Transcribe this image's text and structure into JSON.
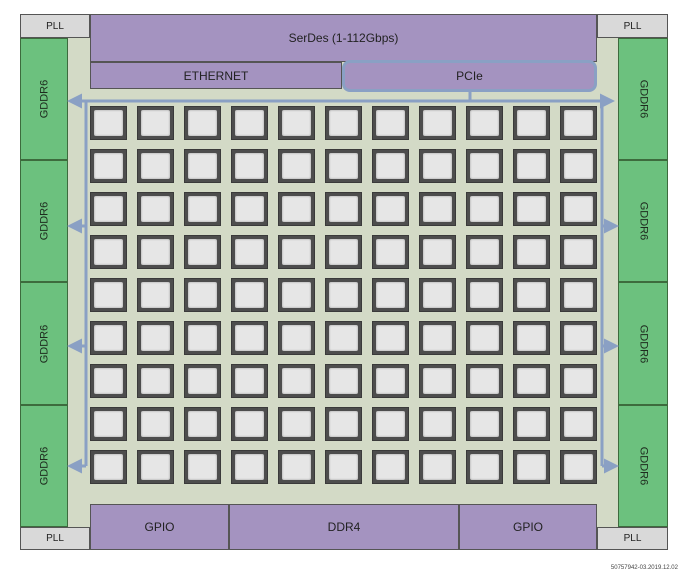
{
  "pll": {
    "top_left": "PLL",
    "top_right": "PLL",
    "bottom_left": "PLL",
    "bottom_right": "PLL"
  },
  "top": {
    "serdes": "SerDes (1-112Gbps)",
    "ethernet": "ETHERNET",
    "pcie": "PCIe"
  },
  "left_memory": [
    "GDDR6",
    "GDDR6",
    "GDDR6",
    "GDDR6"
  ],
  "right_memory": [
    "GDDR6",
    "GDDR6",
    "GDDR6",
    "GDDR6"
  ],
  "bottom": {
    "gpio_left": "GPIO",
    "ddr4": "DDR4",
    "gpio_right": "GPIO"
  },
  "core_array": {
    "rows": 9,
    "columns": 11
  },
  "colors": {
    "memory": "#6cc17e",
    "io_block": "#a493c0",
    "interconnect": "#8aa0c4",
    "die": "#d3dac6"
  },
  "footnote": "50757942-03.2019.12.02"
}
